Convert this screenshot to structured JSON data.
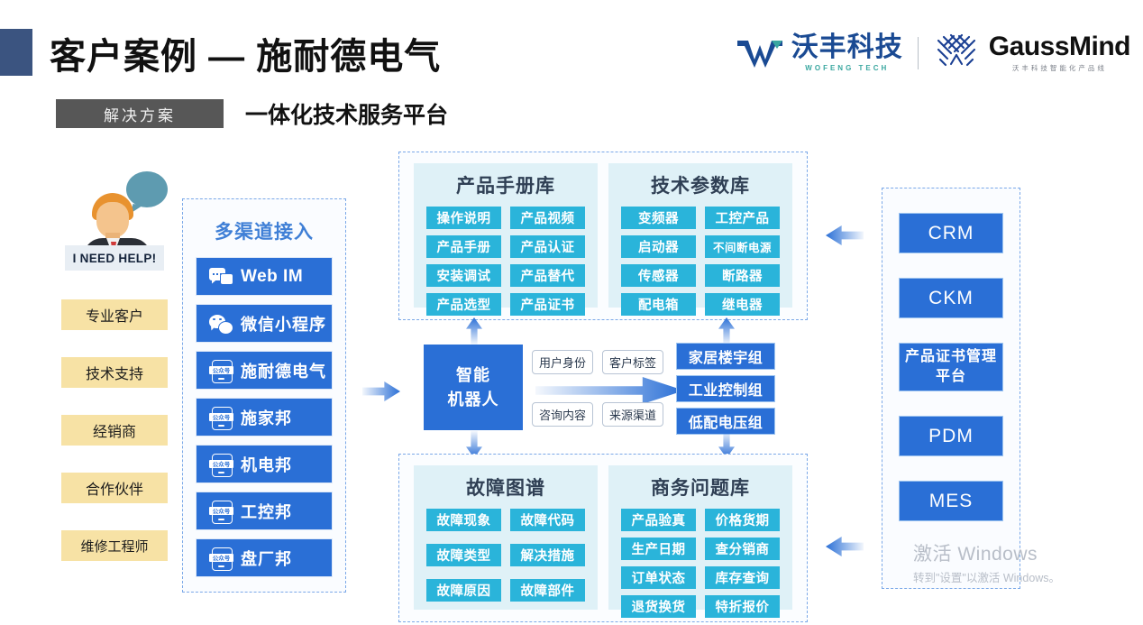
{
  "header": {
    "title": "客户案例 — 施耐德电气",
    "badge": "解决方案",
    "subtitle": "一体化技术服务平台",
    "logos": {
      "wofeng_cn": "沃丰科技",
      "wofeng_en": "WOFENG TECH",
      "gaussmind_en": "GaussMind",
      "gaussmind_cn": "沃丰科技智能化产品线"
    }
  },
  "customers": {
    "help_text": "I NEED HELP!",
    "items": [
      {
        "label": "专业客户"
      },
      {
        "label": "技术支持"
      },
      {
        "label": "经销商"
      },
      {
        "label": "合作伙伴"
      },
      {
        "label": "维修工程师"
      }
    ]
  },
  "channels": {
    "title": "多渠道接入",
    "oa_badge": "公众号",
    "items": [
      {
        "label": "Web IM",
        "icon": "chat-icon"
      },
      {
        "label": "微信小程序",
        "icon": "wechat-icon"
      },
      {
        "label": "施耐德电气",
        "icon": "official-account-icon"
      },
      {
        "label": "施家邦",
        "icon": "official-account-icon"
      },
      {
        "label": "机电邦",
        "icon": "official-account-icon"
      },
      {
        "label": "工控邦",
        "icon": "official-account-icon"
      },
      {
        "label": "盘厂邦",
        "icon": "official-account-icon"
      }
    ]
  },
  "knowledge_top": [
    {
      "title": "产品手册库",
      "tags": [
        "操作说明",
        "产品视频",
        "产品手册",
        "产品认证",
        "安装调试",
        "产品替代",
        "产品选型",
        "产品证书"
      ]
    },
    {
      "title": "技术参数库",
      "tags": [
        "变频器",
        "工控产品",
        "启动器",
        "不间断电源",
        "传感器",
        "断路器",
        "配电箱",
        "继电器"
      ]
    }
  ],
  "knowledge_bottom": [
    {
      "title": "故障图谱",
      "tags": [
        "故障现象",
        "故障代码",
        "故障类型",
        "解决措施",
        "故障原因",
        "故障部件"
      ]
    },
    {
      "title": "商务问题库",
      "tags": [
        "产品验真",
        "价格货期",
        "生产日期",
        "查分销商",
        "订单状态",
        "库存查询",
        "退货换货",
        "特折报价"
      ]
    }
  ],
  "center": {
    "robot_line1": "智能",
    "robot_line2": "机器人",
    "tags": [
      "用户身份",
      "客户标签",
      "咨询内容",
      "来源渠道"
    ],
    "groups": [
      "家居楼宇组",
      "工业控制组",
      "低配电压组"
    ]
  },
  "systems": [
    {
      "label": "CRM"
    },
    {
      "label": "CKM"
    },
    {
      "label": "产品证书管理",
      "label2": "平台"
    },
    {
      "label": "PDM"
    },
    {
      "label": "MES"
    }
  ],
  "watermark": {
    "line1": "激活 Windows",
    "line2": "转到\"设置\"以激活 Windows。"
  },
  "colors": {
    "accent_blue": "#2a6fd6",
    "header_square": "#3b5480",
    "badge_gray": "#575757",
    "tag_cyan": "#2ab4da",
    "panel_bg": "#dff1f7",
    "customer_yellow": "#f7e2a5",
    "dashed_border": "#7aa8e8"
  }
}
